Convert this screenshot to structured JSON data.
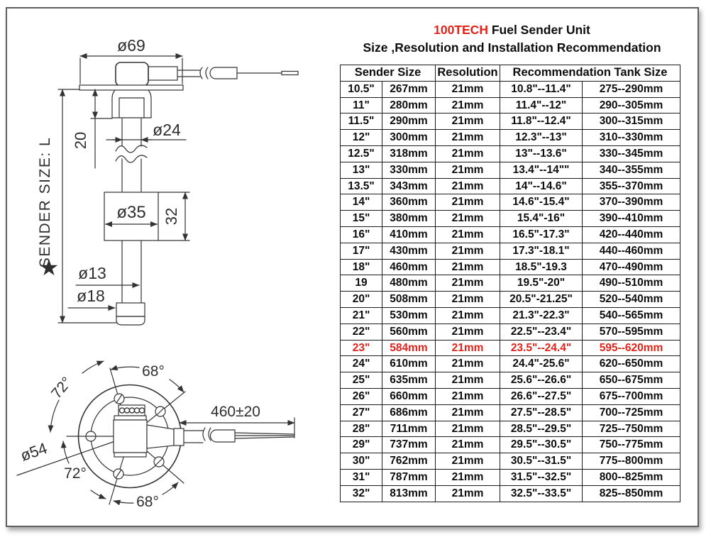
{
  "title": {
    "brand": "100TECH",
    "line1_rest": " Fuel Sender Unit",
    "line2": "Size ,Resolution and Installation Recommendation"
  },
  "table": {
    "headers": {
      "sender_size": "Sender Size",
      "resolution": "Resolution",
      "tank_size": "Recommendation Tank Size"
    },
    "highlight_row_index": 16,
    "rows": [
      [
        "10.5\"",
        "267mm",
        "21mm",
        "10.8\"--11.4\"",
        "275--290mm"
      ],
      [
        "11\"",
        "280mm",
        "21mm",
        "11.4\"--12\"",
        "290--305mm"
      ],
      [
        "11.5\"",
        "290mm",
        "21mm",
        "11.8\"--12.4\"",
        "300--315mm"
      ],
      [
        "12\"",
        "300mm",
        "21mm",
        "12.3\"--13\"",
        "310--330mm"
      ],
      [
        "12.5\"",
        "318mm",
        "21mm",
        "13\"--13.6\"",
        "330--345mm"
      ],
      [
        "13\"",
        "330mm",
        "21mm",
        "13.4\"--14\"\"",
        "340--355mm"
      ],
      [
        "13.5\"",
        "343mm",
        "21mm",
        "14\"--14.6\"",
        "355--370mm"
      ],
      [
        "14\"",
        "360mm",
        "21mm",
        "14.6\"-15.4\"",
        "370--390mm"
      ],
      [
        "15\"",
        "380mm",
        "21mm",
        "15.4\"-16\"",
        "390--410mm"
      ],
      [
        "16\"",
        "410mm",
        "21mm",
        "16.5\"-17.3\"",
        "420--440mm"
      ],
      [
        "17\"",
        "430mm",
        "21mm",
        "17.3\"-18.1\"",
        "440--460mm"
      ],
      [
        "18\"",
        "460mm",
        "21mm",
        "18.5\"-19.3",
        "470--490mm"
      ],
      [
        "19",
        "480mm",
        "21mm",
        "19.5\"-20\"",
        "490--510mm"
      ],
      [
        "20\"",
        "508mm",
        "21mm",
        "20.5\"-21.25\"",
        "520--540mm"
      ],
      [
        "21\"",
        "530mm",
        "21mm",
        "21.3\"-22.3\"",
        "540--565mm"
      ],
      [
        "22\"",
        "560mm",
        "21mm",
        "22.5\"--23.4\"",
        "570--595mm"
      ],
      [
        "23\"",
        "584mm",
        "21mm",
        "23.5\"--24.4\"",
        "595--620mm"
      ],
      [
        "24\"",
        "610mm",
        "21mm",
        "24.4\"-25.6\"",
        "620--650mm"
      ],
      [
        "25\"",
        "635mm",
        "21mm",
        "25.6\"--26.6\"",
        "650--675mm"
      ],
      [
        "26\"",
        "660mm",
        "21mm",
        "26.6\"--27.5\"",
        "675--700mm"
      ],
      [
        "27\"",
        "686mm",
        "21mm",
        "27.5\"--28.5\"",
        "700--725mm"
      ],
      [
        "28\"",
        "711mm",
        "21mm",
        "28.5\"--29.5\"",
        "725--750mm"
      ],
      [
        "29\"",
        "737mm",
        "21mm",
        "29.5\"--30.5\"",
        "750--775mm"
      ],
      [
        "30\"",
        "762mm",
        "21mm",
        "30.5\"--31.5\"",
        "775--800mm"
      ],
      [
        "31\"",
        "787mm",
        "21mm",
        "31.5\"--32.5\"",
        "800--825mm"
      ],
      [
        "32\"",
        "813mm",
        "21mm",
        "32.5\"--33.5\"",
        "825--850mm"
      ]
    ]
  },
  "diagram": {
    "side_view": {
      "dim_flange": "ø69",
      "dim_nut_height": "20",
      "dim_tube": "ø24",
      "dim_float": "ø35",
      "dim_float_height": "32",
      "dim_rod": "ø13",
      "dim_end_cap": "ø18",
      "sender_size_star": "★",
      "sender_size_label": "SENDER SIZE: L"
    },
    "bottom_view": {
      "angle_top": "68°",
      "angle_top_left": "72°",
      "angle_bottom_left": "72°",
      "angle_bottom": "68°",
      "dim_bolt_circle": "ø54",
      "dim_wire_length": "460±20"
    }
  },
  "colors": {
    "accent_red": "#e2231a",
    "drawing_line": "#333333",
    "table_border": "#1c1c1c",
    "text": "#0d0d0d"
  }
}
